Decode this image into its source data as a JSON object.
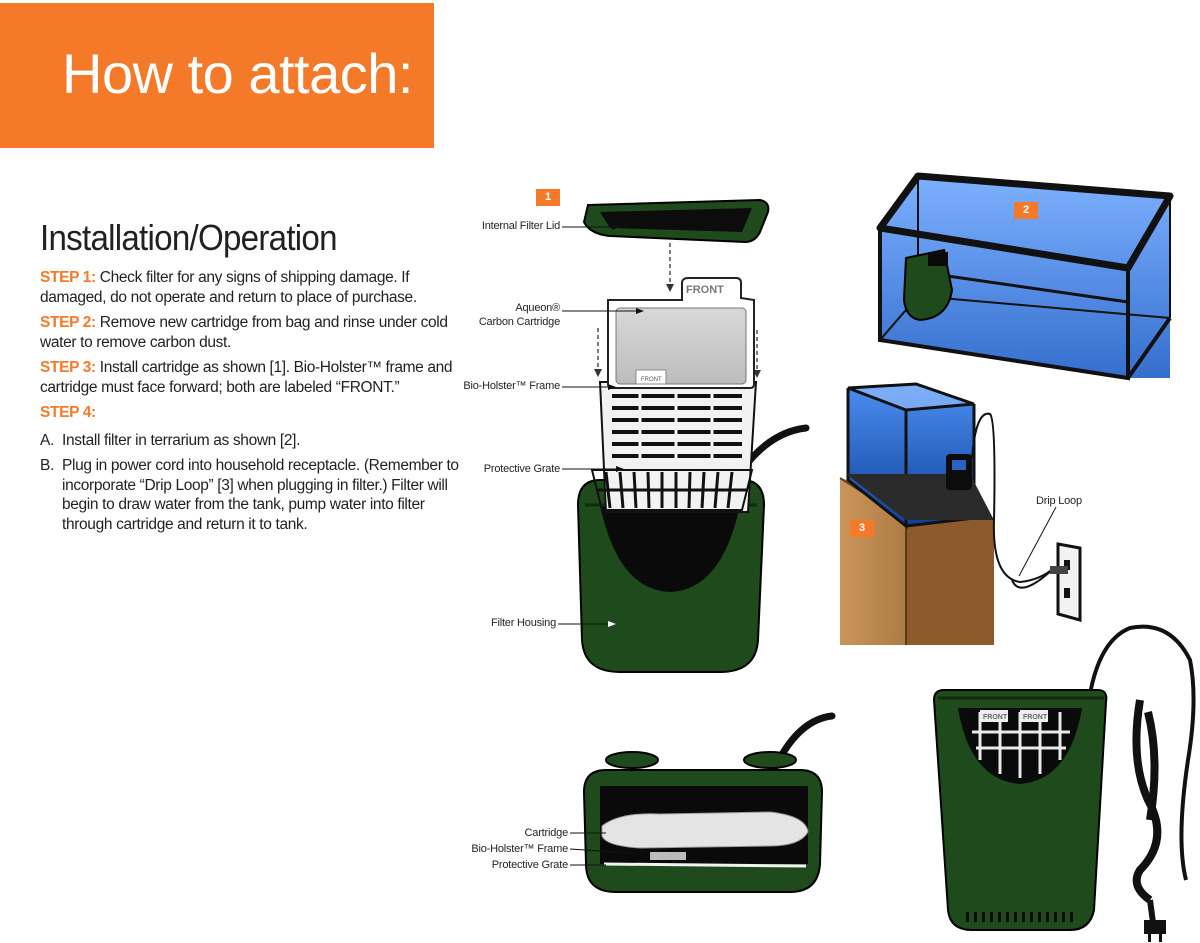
{
  "banner": {
    "title": "How to attach:"
  },
  "heading": "Installation/Operation",
  "steps": [
    {
      "label": "STEP 1:",
      "text": " Check filter for any signs of shipping damage. If damaged, do not operate and return to place of purchase."
    },
    {
      "label": "STEP 2:",
      "text": " Remove new cartridge from bag and rinse under cold water to remove carbon dust."
    },
    {
      "label": "STEP 3:",
      "text": " Install cartridge as shown [1]. Bio-Holster™ frame and cartridge must face forward; both are labeled “FRONT.”"
    },
    {
      "label": "STEP 4:",
      "text": ""
    }
  ],
  "substeps": [
    {
      "letter": "A.",
      "text": "Install filter in terrarium as shown [2]."
    },
    {
      "letter": "B.",
      "text": "Plug in power cord into household receptacle. (Remember to incorporate “Drip Loop” [3] when plugging in filter.) Filter will begin to draw water from the tank, pump water into filter through cartridge and return it to tank."
    }
  ],
  "badges": {
    "one": "1",
    "two": "2",
    "three": "3"
  },
  "labels": {
    "lid": "Internal Filter Lid",
    "cartridge_brand": "Aqueon®",
    "cartridge": "Carbon Cartridge",
    "frame": "Bio-Holster™ Frame",
    "grate": "Protective Grate",
    "housing": "Filter Housing",
    "drip_loop": "Drip Loop",
    "bottom_cartridge": "Cartridge",
    "bottom_frame": "Bio-Holster™ Frame",
    "bottom_grate": "Protective Grate"
  },
  "front_marks": {
    "cartridge": "FRONT",
    "frame": "FRONT",
    "side_a": "FRONT",
    "side_b": "FRONT"
  },
  "colors": {
    "accent": "#f47a2a",
    "housing": "#1e4a1c",
    "water": "#2f6fd6",
    "stand": "#a9743c"
  }
}
